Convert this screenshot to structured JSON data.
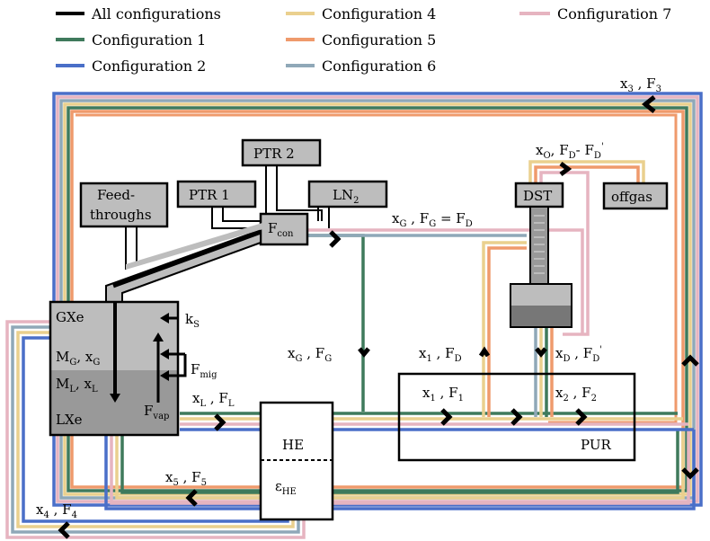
{
  "legend": {
    "items": [
      {
        "label": "All configurations",
        "color": "#000000"
      },
      {
        "label": "Configuration 1",
        "color": "#3f7a5c"
      },
      {
        "label": "Configuration 2",
        "color": "#4a6fc8"
      },
      {
        "label": "Configuration 4",
        "color": "#ead08e"
      },
      {
        "label": "Configuration 5",
        "color": "#ef9a6c"
      },
      {
        "label": "Configuration 6",
        "color": "#8fa8b8"
      },
      {
        "label": "Configuration 7",
        "color": "#e6b4c0"
      }
    ]
  },
  "components": {
    "ptr2": "PTR 2",
    "ptr1": "PTR 1",
    "ln2": "LN",
    "ln2_sub": "2",
    "feedthroughs_line1": "Feed-",
    "feedthroughs_line2": "throughs",
    "dst": "DST",
    "offgas": "offgas",
    "he": "HE",
    "eps_he": "ε",
    "eps_he_sub": "HE",
    "pur": "PUR"
  },
  "cryostat": {
    "gxe": "GXe",
    "mg": "M",
    "mg_sub": "G",
    "xg": ", x",
    "xg_sub": "G",
    "ml": "M",
    "ml_sub": "L",
    "xl": ", x",
    "xl_sub": "L",
    "lxe": "LXe",
    "ks": "k",
    "ks_sub": "S",
    "fmig": "F",
    "fmig_sub": "mig",
    "fvap": "F",
    "fvap_sub": "vap",
    "fcon": "F",
    "fcon_sub": "con"
  },
  "flows": {
    "x3": "x",
    "x3_sub": "3",
    "F3": " , F",
    "F3_sub": "3",
    "xo": "x",
    "xo_sub": "O",
    "fd": ", F",
    "fd_sub": "D",
    "fdp": "- F",
    "fdp_sub": "D",
    "fdp_prime": "'",
    "xg": "x",
    "xg_sub": "G",
    "fg": " , F",
    "fg_sub": "G",
    "fgeq": " = F",
    "fgeq_sub": "D",
    "xg2": "x",
    "xg2_sub": "G",
    "fg2": " , F",
    "fg2_sub": "G",
    "x1": "x",
    "x1_sub": "1",
    "fd2": " , F",
    "fd2_sub": "D",
    "xd": "x",
    "xd_sub": "D",
    "fdp2": " , F",
    "fdp2_sub": "D",
    "fdp2_prime": "'",
    "xl": "x",
    "xl_sub": "L",
    "fl": " , F",
    "fl_sub": "L",
    "x1b": "x",
    "x1b_sub": "1",
    "f1": " , F",
    "f1_sub": "1",
    "x2": "x",
    "x2_sub": "2",
    "f2": " , F",
    "f2_sub": "2",
    "x5": "x",
    "x5_sub": "5",
    "f5": " , F",
    "f5_sub": "5",
    "x4": "x",
    "x4_sub": "4",
    "f4": " , F",
    "f4_sub": "4"
  }
}
